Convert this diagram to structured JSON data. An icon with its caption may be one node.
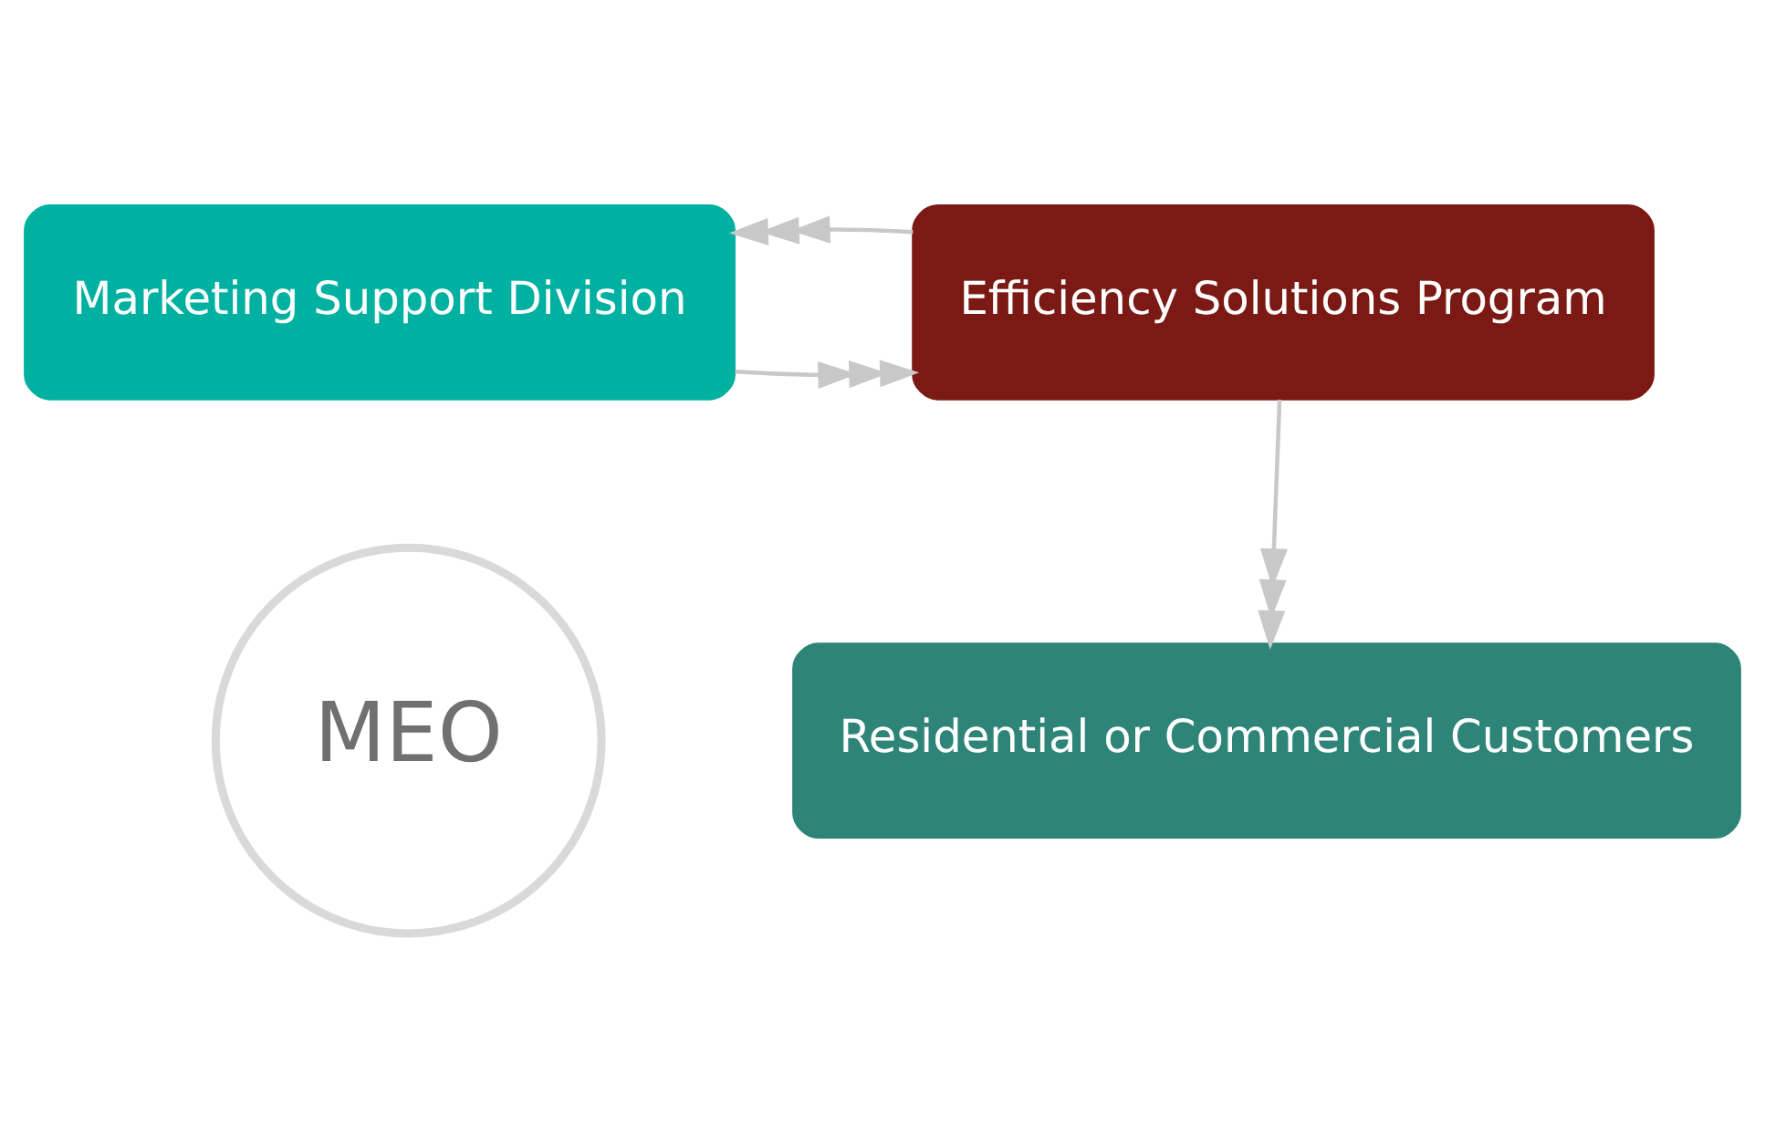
{
  "diagram": {
    "nodes": [
      {
        "text": [
          "Marketing Support Division"
        ]
      },
      {
        "text": [
          "Efficiency Solutions Program"
        ]
      },
      {
        "text": [
          "Residential or Commercial Customers"
        ]
      },
      {
        "text": [
          "MEO"
        ]
      }
    ],
    "edges": [
      {
        "from": 0,
        "to": 1,
        "arrow": "to"
      },
      {
        "from": 1,
        "to": 0,
        "arrow": "to"
      },
      {
        "from": 1,
        "to": 2,
        "arrow": "to"
      }
    ]
  }
}
